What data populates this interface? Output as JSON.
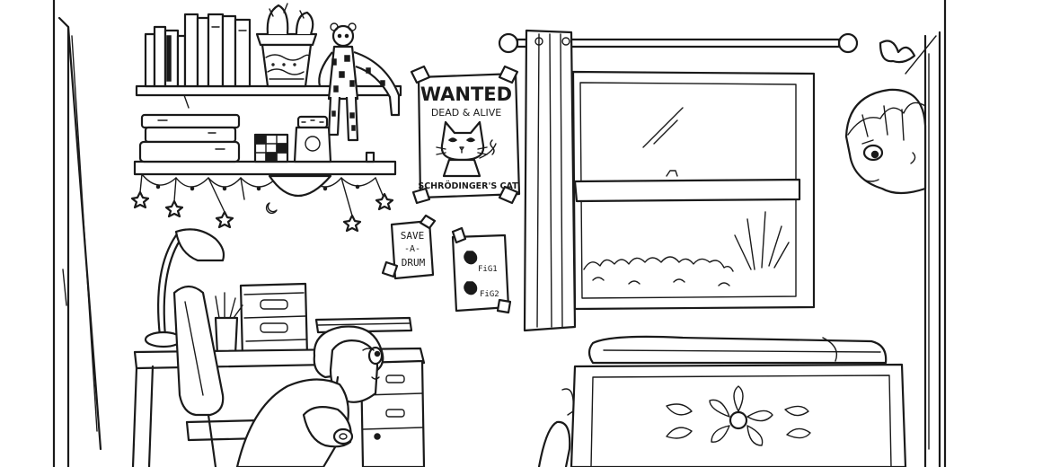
{
  "wanted_poster": {
    "headline": "WANTED",
    "subline": "DEAD & ALIVE",
    "caption": "SCHRÖDINGER'S CAT"
  },
  "save_drum_note": {
    "line1": "SAVE",
    "line2": "-A-",
    "line3": "DRUM"
  },
  "fig_sheet": {
    "label1": "FiG1",
    "label2": "FiG2"
  },
  "colors": {
    "ink": "#1a1a1a",
    "paper": "#ffffff"
  }
}
